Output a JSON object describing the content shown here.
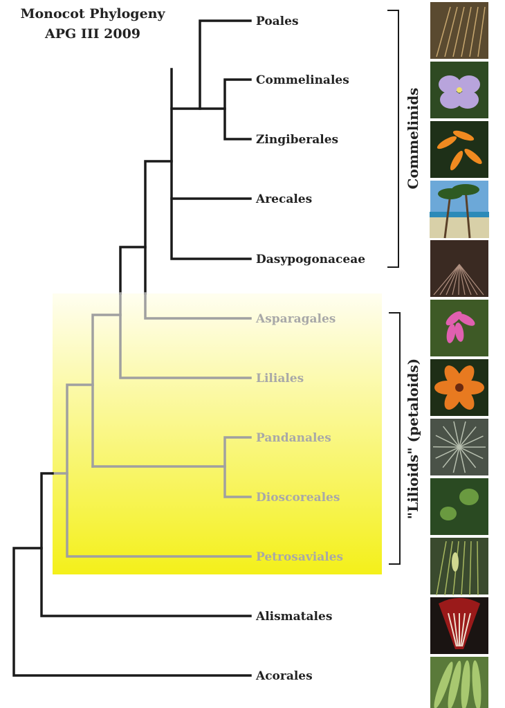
{
  "title": {
    "line1": "Monocot Phylogeny",
    "line2": "APG III 2009"
  },
  "taxa": [
    {
      "name": "Poales",
      "group": "commelinids"
    },
    {
      "name": "Commelinales",
      "group": "commelinids"
    },
    {
      "name": "Zingiberales",
      "group": "commelinids"
    },
    {
      "name": "Arecales",
      "group": "commelinids"
    },
    {
      "name": "Dasypogonaceae",
      "group": "commelinids"
    },
    {
      "name": "Asparagales",
      "group": "lilioids"
    },
    {
      "name": "Liliales",
      "group": "lilioids"
    },
    {
      "name": "Pandanales",
      "group": "lilioids"
    },
    {
      "name": "Dioscoreales",
      "group": "lilioids"
    },
    {
      "name": "Petrosaviales",
      "group": "lilioids"
    },
    {
      "name": "Alismatales",
      "group": "basal"
    },
    {
      "name": "Acorales",
      "group": "basal"
    }
  ],
  "brackets": {
    "commelinids": "Commelinids",
    "lilioids": "\"Lilioids\" (petaloids)"
  },
  "colors": {
    "dark_branch": "#1a1a1a",
    "light_branch": "#a0a0a0",
    "dark_text": "#222222",
    "light_text": "#a8a8a8",
    "highlight_top": "#fffef0",
    "highlight_bottom": "#f4f01a"
  },
  "photos": [
    {
      "icon": "grass-photo-icon",
      "bg": "#5a4a30",
      "accent": "#c8a870"
    },
    {
      "icon": "spiderwort-flower-photo-icon",
      "bg": "#2e4a22",
      "accent": "#b8a4dc"
    },
    {
      "icon": "bird-of-paradise-photo-icon",
      "bg": "#1e3018",
      "accent": "#f08a20"
    },
    {
      "icon": "palm-beach-photo-icon",
      "bg": "#6ca8d8",
      "accent": "#2e5a22"
    },
    {
      "icon": "dasypogon-plant-photo-icon",
      "bg": "#3a2a22",
      "accent": "#b09080"
    },
    {
      "icon": "orchid-photo-icon",
      "bg": "#3e5a26",
      "accent": "#e060b0"
    },
    {
      "icon": "lily-photo-icon",
      "bg": "#1e2e16",
      "accent": "#e87a20"
    },
    {
      "icon": "pandanus-photo-icon",
      "bg": "#4a5248",
      "accent": "#b8c0b0"
    },
    {
      "icon": "yam-leaves-photo-icon",
      "bg": "#2a4a22",
      "accent": "#6a9a40"
    },
    {
      "icon": "petrosavia-plant-photo-icon",
      "bg": "#3a4a2e",
      "accent": "#a8b860"
    },
    {
      "icon": "arum-spathe-photo-icon",
      "bg": "#1a1412",
      "accent": "#9a1a1a"
    },
    {
      "icon": "acorus-leaves-photo-icon",
      "bg": "#5a7a3a",
      "accent": "#a8c870"
    }
  ]
}
